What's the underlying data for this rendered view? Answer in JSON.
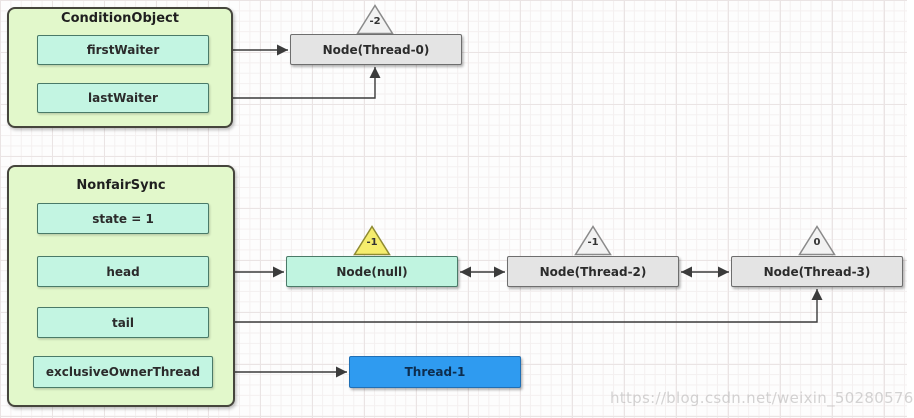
{
  "condition_object": {
    "title": "ConditionObject",
    "fields": {
      "first_waiter": "firstWaiter",
      "last_waiter": "lastWaiter"
    }
  },
  "nonfair_sync": {
    "title": "NonfairSync",
    "fields": {
      "state": "state = 1",
      "head": "head",
      "tail": "tail",
      "exclusive_owner_thread": "exclusiveOwnerThread"
    }
  },
  "nodes": {
    "thread0": {
      "label": "Node(Thread-0)",
      "wait_status": "-2"
    },
    "null_node": {
      "label": "Node(null)",
      "wait_status": "-1"
    },
    "thread2": {
      "label": "Node(Thread-2)",
      "wait_status": "-1"
    },
    "thread3": {
      "label": "Node(Thread-3)",
      "wait_status": "0"
    }
  },
  "thread_box": {
    "label": "Thread-1"
  },
  "watermark": "https://blog.csdn.net/weixin_50280576",
  "colors": {
    "container_fill": "#e2f8cb",
    "field_fill": "#c3f5e2",
    "node_fill": "#e4e4e4",
    "null_node_fill": "#c0f4e0",
    "yellow_triangle_fill": "#f5ed6d",
    "gray_triangle_fill": "#f2f2f2",
    "thread_fill": "#2f9bf0",
    "arrow_color": "#3b3b3b"
  }
}
